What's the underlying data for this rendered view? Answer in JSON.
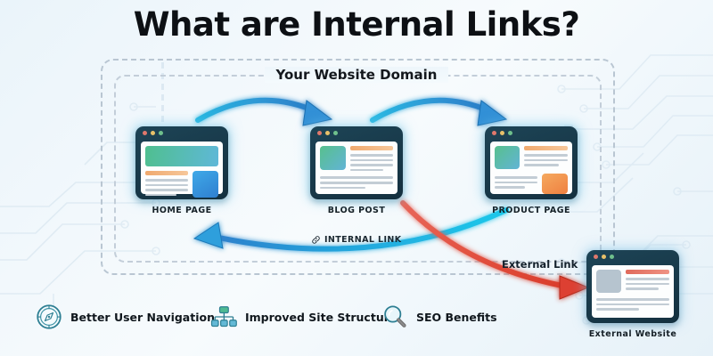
{
  "title": "What are Internal Links?",
  "domain": {
    "label": "Your Website Domain"
  },
  "cards": [
    {
      "name": "home-page",
      "label": "HOME PAGE"
    },
    {
      "name": "blog-post",
      "label": "BLOG POST"
    },
    {
      "name": "product-page",
      "label": "PRODUCT PAGE"
    },
    {
      "name": "external-website",
      "label": "External Website"
    }
  ],
  "links": {
    "internal": {
      "label": "INTERNAL LINK",
      "icon": "chain-link-icon",
      "color": "#17a8d8"
    },
    "external": {
      "label": "External Link",
      "icon": "arrow-icon",
      "color": "#e0483a"
    }
  },
  "features": [
    {
      "icon": "compass-icon",
      "label": "Better User Navigation"
    },
    {
      "icon": "sitemap-icon",
      "label": "Improved Site Structure"
    },
    {
      "icon": "magnifier-icon",
      "label": "SEO Benefits"
    }
  ],
  "colors": {
    "background": "#eef6fb",
    "arrow_blue": "#2f8fd0",
    "arrow_cyan": "#22c3e6",
    "arrow_red": "#e0483a",
    "card_frame": "#17384a",
    "accent_green": "#57c08d",
    "accent_orange": "#f0a96e",
    "text_dark": "#10171d"
  }
}
